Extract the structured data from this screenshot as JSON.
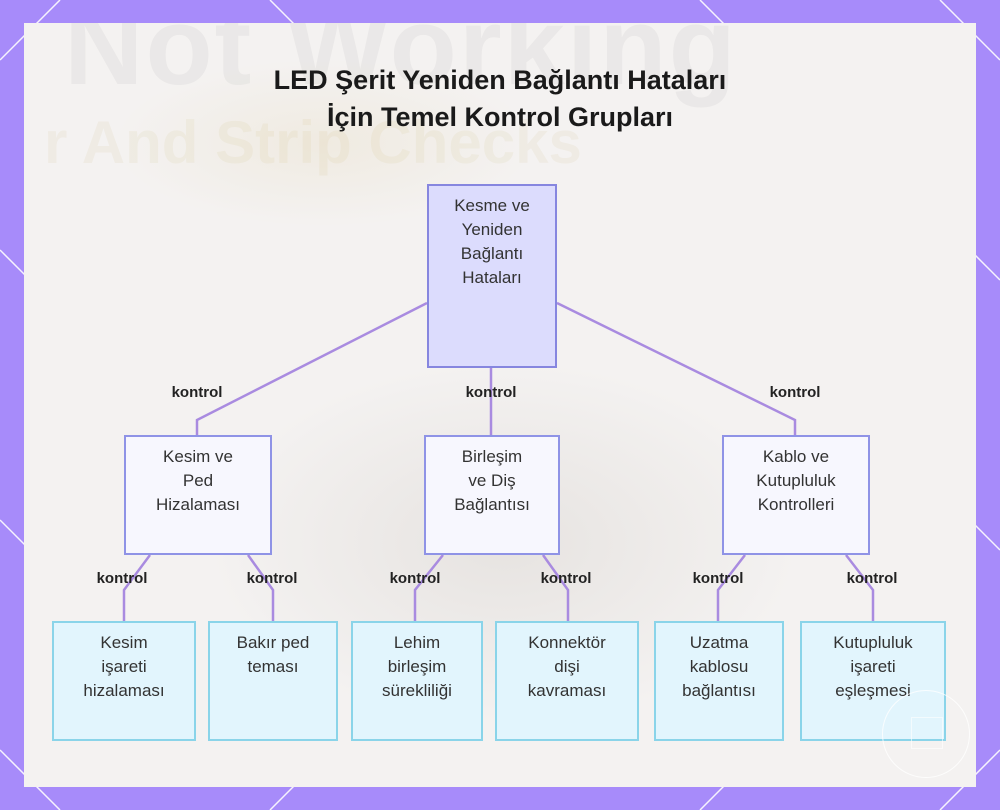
{
  "title_line1": "LED Şerit Yeniden Bağlantı Hataları",
  "title_line2": "İçin Temel Kontrol Grupları",
  "colors": {
    "frame": "#a78bfa",
    "root_fill": "#dcdcfd",
    "mid_fill": "#f7f7fe",
    "leaf_fill": "#e2f5fd",
    "edge": "#a98be0"
  },
  "root": [
    "Kesme ve",
    "Yeniden",
    "Bağlantı",
    "Hataları"
  ],
  "groups": [
    {
      "lines": [
        "Kesim ve",
        "Ped",
        "Hizalaması"
      ],
      "edge_label": "kontrol"
    },
    {
      "lines": [
        "Birleşim",
        "ve Diş",
        "Bağlantısı"
      ],
      "edge_label": "kontrol"
    },
    {
      "lines": [
        "Kablo ve",
        "Kutupluluk",
        "Kontrolleri"
      ],
      "edge_label": "kontrol"
    }
  ],
  "leaves": [
    {
      "lines": [
        "Kesim",
        "işareti",
        "hizalaması"
      ],
      "edge_label": "kontrol"
    },
    {
      "lines": [
        "Bakır ped",
        "teması"
      ],
      "edge_label": "kontrol"
    },
    {
      "lines": [
        "Lehim",
        "birleşim",
        "sürekliliği"
      ],
      "edge_label": "kontrol"
    },
    {
      "lines": [
        "Konnektör",
        "dişi",
        "kavraması"
      ],
      "edge_label": "kontrol"
    },
    {
      "lines": [
        "Uzatma",
        "kablosu",
        "bağlantısı"
      ],
      "edge_label": "kontrol"
    },
    {
      "lines": [
        "Kutupluluk",
        "işareti",
        "eşleşmesi"
      ],
      "edge_label": "kontrol"
    }
  ]
}
